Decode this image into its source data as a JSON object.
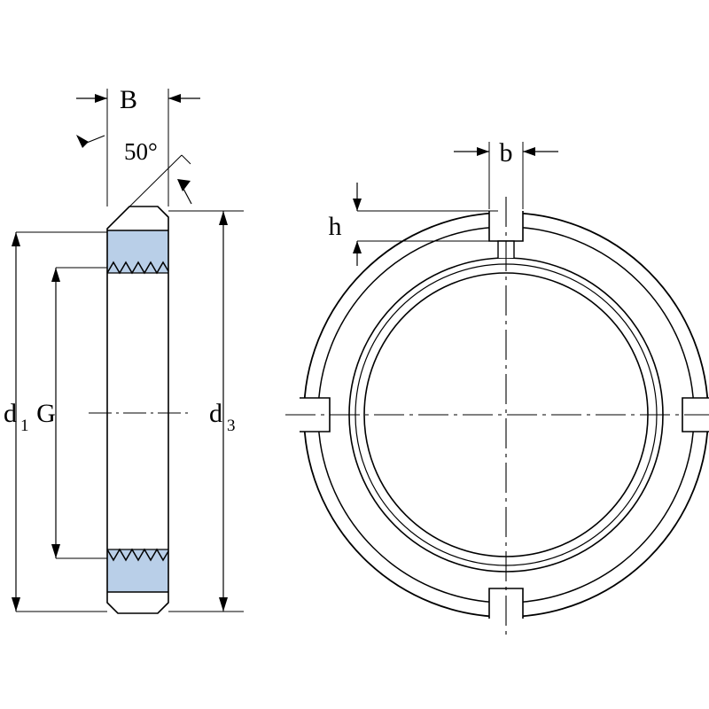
{
  "drawing": {
    "title": "lock-nut-technical-drawing",
    "type": "engineering-drawing",
    "views": [
      {
        "name": "section-view",
        "position": "left"
      },
      {
        "name": "front-view",
        "position": "right"
      }
    ],
    "colors": {
      "line": "#000000",
      "thread_fill": "#b9cfe8",
      "background": "#ffffff"
    },
    "labels": {
      "b_width": "B",
      "angle": "50°",
      "d1": "d",
      "d1_sub": "1",
      "g_thread": "G",
      "d3": "d",
      "d3_sub": "3",
      "slot_width": "b",
      "slot_depth": "h"
    }
  }
}
